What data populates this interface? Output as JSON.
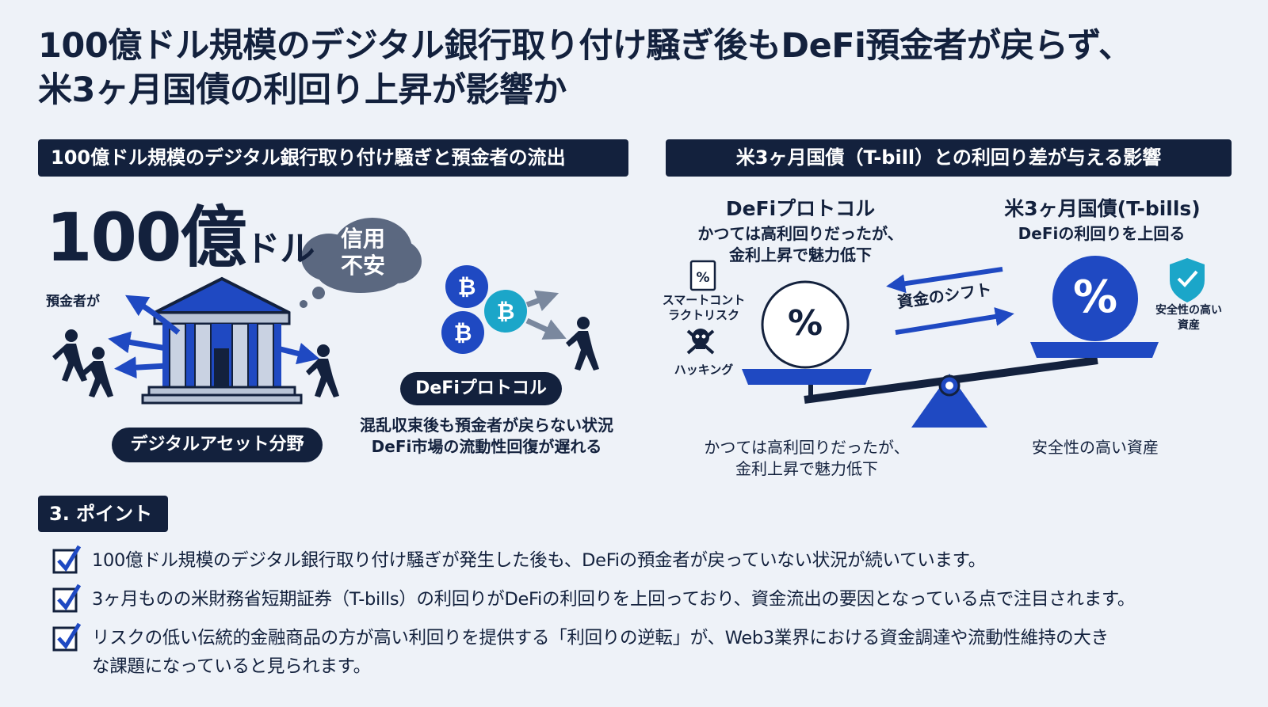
{
  "title": {
    "line1": "100億ドル規模のデジタル銀行取り付け騒ぎ後もDeFi預金者が戻らず、",
    "line2": "米3ヶ月国債の利回り上昇が影響か"
  },
  "left_section": {
    "header": "100億ドル規模のデジタル銀行取り付け騒ぎと預金者の流出",
    "amount_number": "100億",
    "amount_unit": "ドル",
    "cloud_text_line1": "信用",
    "cloud_text_line2": "不安",
    "depositors_label": "預金者が",
    "asset_pill": "デジタルアセット分野",
    "defi_pill": "DeFiプロトコル",
    "caption_line1": "混乱収束後も預金者が戻らない状況",
    "caption_line2": "DeFi市場の流動性回復が遅れる"
  },
  "right_section": {
    "header": "米3ヶ月国債（T-bill）との利回り差が与える影響",
    "defi_title": "DeFiプロトコル",
    "defi_sub_line1": "かつては高利回りだったが、",
    "defi_sub_line2": "金利上昇で魅力低下",
    "tbill_title": "米3ヶ月国債(T-bills)",
    "tbill_sub": "DeFiの利回りを上回る",
    "shift_label": "資金のシフト",
    "risk1_line1": "スマートコント",
    "risk1_line2": "ラクトリスク",
    "risk2": "ハッキング",
    "safe_label_line1": "安全性の高い",
    "safe_label_line2": "資産",
    "bottom_left_line1": "かつては高利回りだったが、",
    "bottom_left_line2": "金利上昇で魅力低下",
    "bottom_right": "安全性の高い資産",
    "percent_symbol": "%"
  },
  "points": {
    "header": "3. ポイント",
    "items": [
      "100億ドル規模のデジタル銀行取り付け騒ぎが発生した後も、DeFiの預金者が戻っていない状況が続いています。",
      "3ヶ月ものの米財務省短期証券（T-bills）の利回りがDeFiの利回りを上回っており、資金流出の要因となっている点で注目されます。",
      "リスクの低い伝統的金融商品の方が高い利回りを提供する「利回りの逆転」が、Web3業界における資金調達や流動性維持の大き",
      "な課題になっていると見られます。"
    ]
  },
  "colors": {
    "navy": "#13213d",
    "blue": "#1f49c2",
    "teal": "#1ba6c9",
    "background": "#eef2f8"
  },
  "icons": {
    "bank": "bank-icon",
    "bitcoin": "bitcoin-icon",
    "person": "person-walking-icon",
    "shield": "shield-check-icon",
    "skull": "skull-crossbones-icon",
    "document": "document-percent-icon",
    "checkbox": "checkbox-checked-icon",
    "scale": "balance-scale-icon"
  }
}
